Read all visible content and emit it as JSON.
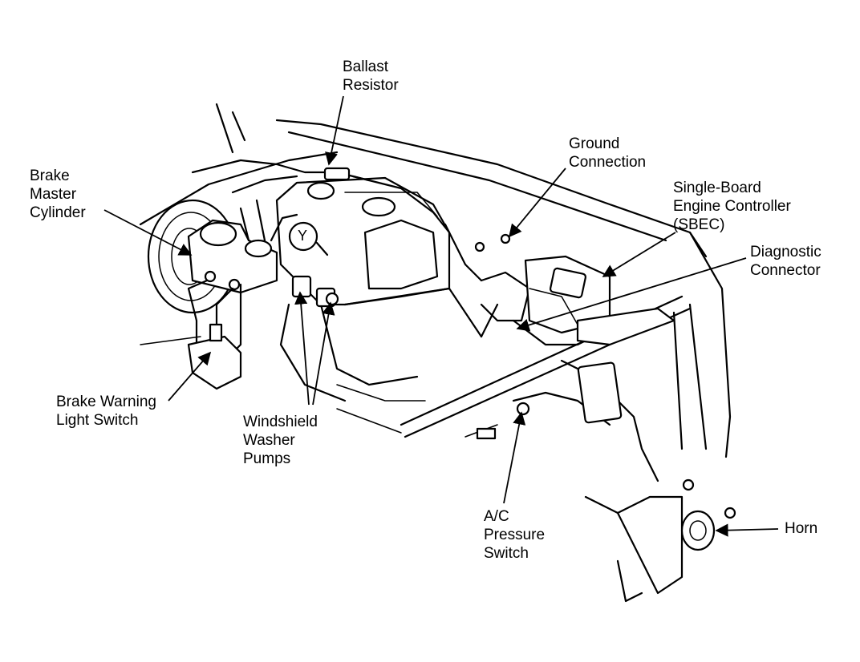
{
  "labels": {
    "ballast_resistor": [
      "Ballast",
      "Resistor"
    ],
    "ground_connection": [
      "Ground",
      "Connection"
    ],
    "sbec": [
      "Single-Board",
      "Engine Controller",
      "(SBEC)"
    ],
    "diagnostic_connector": [
      "Diagnostic",
      "Connector"
    ],
    "brake_master_cylinder": [
      "Brake",
      "Master",
      "Cylinder"
    ],
    "brake_warning_light_switch": [
      "Brake Warning",
      "Light Switch"
    ],
    "windshield_washer_pumps": [
      "Windshield",
      "Washer",
      "Pumps"
    ],
    "ac_pressure_switch": [
      "A/C",
      "Pressure",
      "Switch"
    ],
    "horn": [
      "Horn"
    ],
    "y_marker": "Y"
  }
}
